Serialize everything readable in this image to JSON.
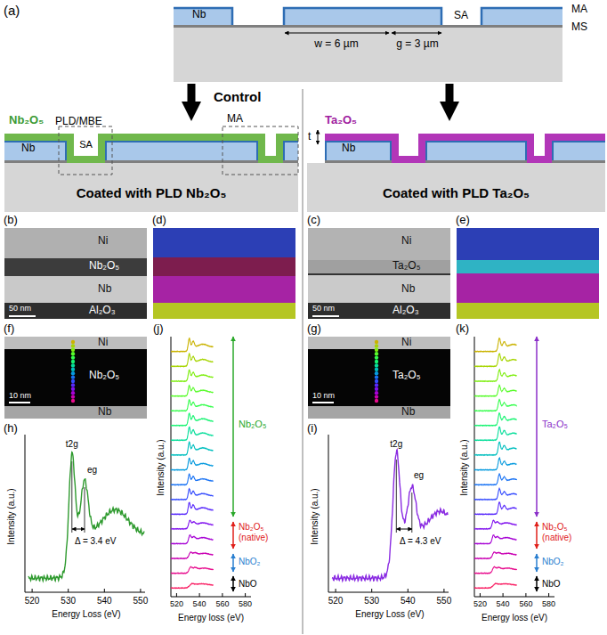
{
  "diagram": {
    "nodes": [
      {
        "text": [
          "Control"
        ]
      },
      {
        "text": [
          "Coated with PLD Nb₂O₅"
        ]
      },
      {
        "text": [
          "Coated with PLD Ta₂O₅"
        ]
      }
    ],
    "edges": [
      {
        "from": 0,
        "to": 1,
        "arrow": "to"
      },
      {
        "from": 0,
        "to": 2,
        "arrow": "to"
      }
    ],
    "labels": [
      "(a)",
      "MA",
      "MS",
      "Nb",
      "SA",
      "w = 6 µm",
      "g = 3 µm",
      "Nb₂O₅",
      "PLD/MBE",
      "SA",
      "MA",
      "Nb",
      "t",
      "Ta₂O₅",
      "Nb",
      "(b)",
      "Ni",
      "Nb₂O₅",
      "Nb",
      "50 nm",
      "Al₂O₃",
      "(d)",
      "(c)",
      "Ni",
      "Ta₂O₅",
      "Nb",
      "50 nm",
      "Al₂O₃",
      "(e)",
      "(f)",
      "Ni",
      "Nb₂O₅",
      "10 nm",
      "Nb",
      "(j)",
      "Intensity (a.u.)",
      "Nb₂O₅",
      "Nb₂O₅ (native)",
      "NbO₂",
      "NbO",
      "520",
      "540",
      "560",
      "580",
      "Energy loss (eV)",
      "(g)",
      "Ni",
      "Ta₂O₅",
      "10 nm",
      "Nb",
      "(k)",
      "Intensity (a.u.)",
      "Ta₂O₅",
      "Nb₂O₅ (native)",
      "NbO₂",
      "NbO",
      "520",
      "540",
      "560",
      "580",
      "Energy loss (eV)",
      "(h)",
      "Intensity (a.u.)",
      "t2g",
      "eg",
      "Δ = 3.4 eV",
      "520",
      "530",
      "540",
      "550",
      "Energy Loss (eV)",
      "(i)",
      "Intensity (a.u.)",
      "t2g",
      "eg",
      "Δ = 4.3 eV",
      "520",
      "530",
      "540",
      "550",
      "Energy Loss (eV)"
    ]
  }
}
